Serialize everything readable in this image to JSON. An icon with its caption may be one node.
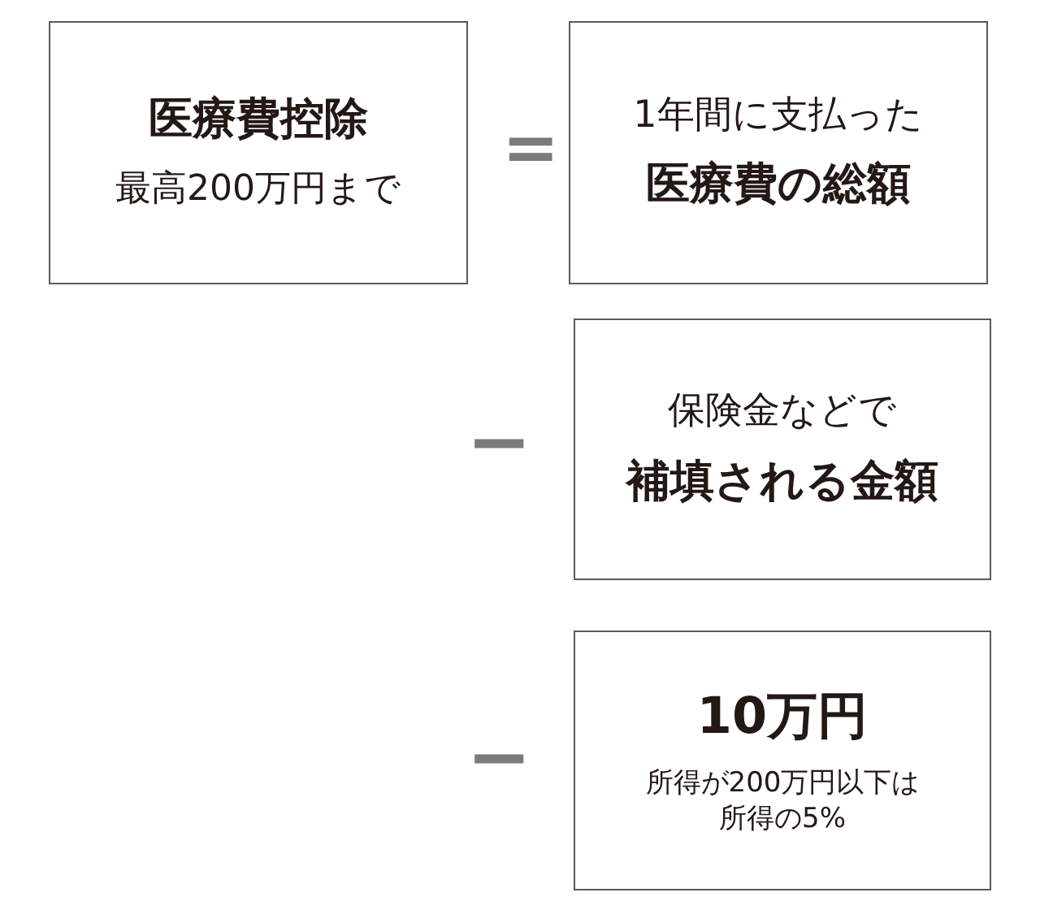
{
  "diagram": {
    "nodes": [
      {
        "text": [
          "医療費控除",
          "最高200万円まで"
        ]
      },
      {
        "text": [
          "1年間に支払った",
          "医療費の総額"
        ]
      },
      {
        "text": [
          "保険金などで",
          "補填される金額"
        ]
      },
      {
        "text": [
          "10万円",
          "所得が200万円以下は所得の5%"
        ]
      }
    ],
    "labels": [
      "=",
      "−",
      "−"
    ]
  }
}
